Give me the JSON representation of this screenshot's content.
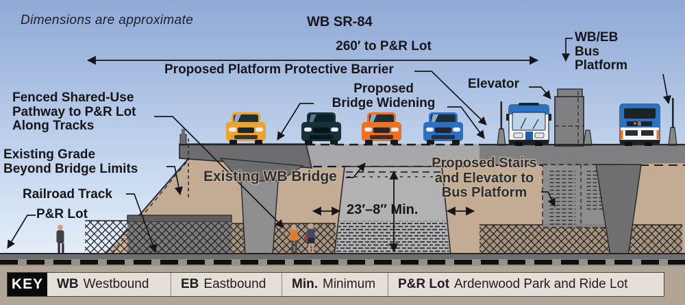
{
  "scene": {
    "note": "Dimensions are approximate",
    "title": "WB SR-84",
    "labels": {
      "distance": "260′ to P&R Lot",
      "barrier": "Proposed Platform Protective Barrier",
      "bus_platform": "WB/EB\nBus\nPlatform",
      "fenced_pathway": "Fenced Shared-Use\nPathway to P&R Lot\nAlong Tracks",
      "existing_grade": "Existing Grade\nBeyond Bridge Limits",
      "railroad_track": "Railroad Track",
      "pr_lot": "P&R Lot",
      "bridge_widening": "Proposed\nBridge Widening",
      "elevator": "Elevator",
      "existing_bridge": "Existing WB Bridge",
      "stairs": "Proposed Stairs\nand Elevator to\nBus Platform",
      "clearance": "23′–8″ Min."
    }
  },
  "key": {
    "title": "KEY",
    "entries": [
      {
        "abbr": "WB",
        "label": "Westbound"
      },
      {
        "abbr": "EB",
        "label": "Eastbound"
      },
      {
        "abbr": "Min.",
        "label": "Minimum"
      },
      {
        "abbr": "P&R Lot",
        "label": "Ardenwood Park and Ride Lot"
      }
    ]
  },
  "colors": {
    "sky_top": "#8FA9D6",
    "sky_bottom": "#E9F1FA",
    "embankment_tan": "#C3AC93",
    "deck_existing": "#6D6D70",
    "deck_proposed": "#A8A8AB",
    "bottom_taupe": "#B2A497",
    "key_bg": "#E4DFD7",
    "key_box": "#0B0B0B",
    "car_yellow": "#ECA42F",
    "car_teal": "#15323B",
    "car_orange": "#EC7123",
    "car_blue": "#2E6EC0",
    "bus_blue": "#2A73C4"
  }
}
